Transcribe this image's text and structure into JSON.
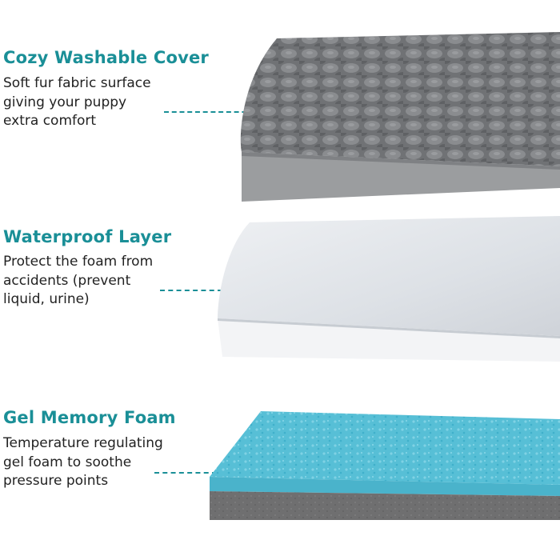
{
  "layers": [
    {
      "title": "Cozy Washable Cover",
      "lines": [
        "Soft fur fabric surface",
        "giving your puppy",
        "extra comfort"
      ]
    },
    {
      "title": "Waterproof Layer",
      "lines": [
        "Protect the foam from",
        "accidents (prevent",
        "liquid, urine)"
      ]
    },
    {
      "title": "Gel Memory Foam",
      "lines": [
        "Temperature regulating",
        "gel foam to soothe",
        "pressure points"
      ]
    }
  ],
  "colors": {
    "accent": "#1a8f97",
    "text": "#222222",
    "cover_top": "#707275",
    "cover_side": "#9b9d9f",
    "liner_top": "#e3e6ea",
    "liner_side": "#f3f4f6",
    "gel_top": "#57bfd6",
    "foam_side": "#6f6f70"
  },
  "icons": [
    "pointer-dot-icon"
  ]
}
